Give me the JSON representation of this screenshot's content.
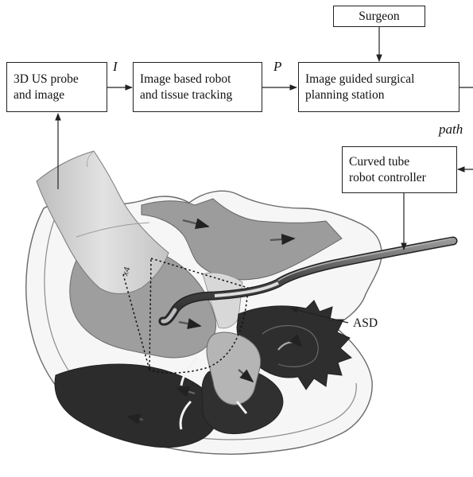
{
  "boxes": {
    "surgeon": "Surgeon",
    "probe_line1": "3D US probe",
    "probe_line2": "and image",
    "tracking_line1": "Image based robot",
    "tracking_line2": "and tissue tracking",
    "planning_line1": "Image guided surgical",
    "planning_line2": "planning station",
    "controller_line1": "Curved tube",
    "controller_line2": "robot controller"
  },
  "signals": {
    "image": "I",
    "pose": "P",
    "path": "path"
  },
  "annotations": {
    "asd": "ASD",
    "probe_marking": "x4"
  },
  "colors": {
    "line": "#222222",
    "blood_light": "#9c9c9c",
    "blood_dark": "#2e2e2e",
    "probe": "#cfcfcf",
    "tube": "#6d6d6d"
  }
}
